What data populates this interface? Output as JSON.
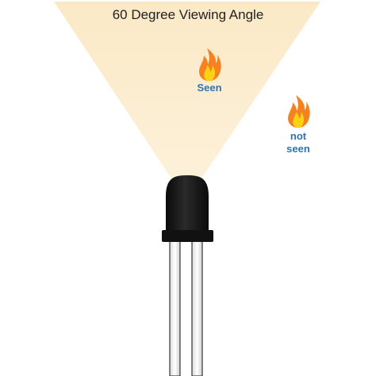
{
  "title": "60 Degree Viewing Angle",
  "labels": {
    "seen": "Seen",
    "not_seen_line1": "not",
    "not_seen_line2": "seen"
  },
  "icons": {
    "flame": "flame-icon",
    "component": "photodiode-icon"
  },
  "colors": {
    "cone": "#fbeccd",
    "label": "#2e74b5",
    "flame_outer": "#f5821f",
    "flame_inner": "#fcd116",
    "body": "#151515",
    "legs": "#f7f7f7"
  }
}
